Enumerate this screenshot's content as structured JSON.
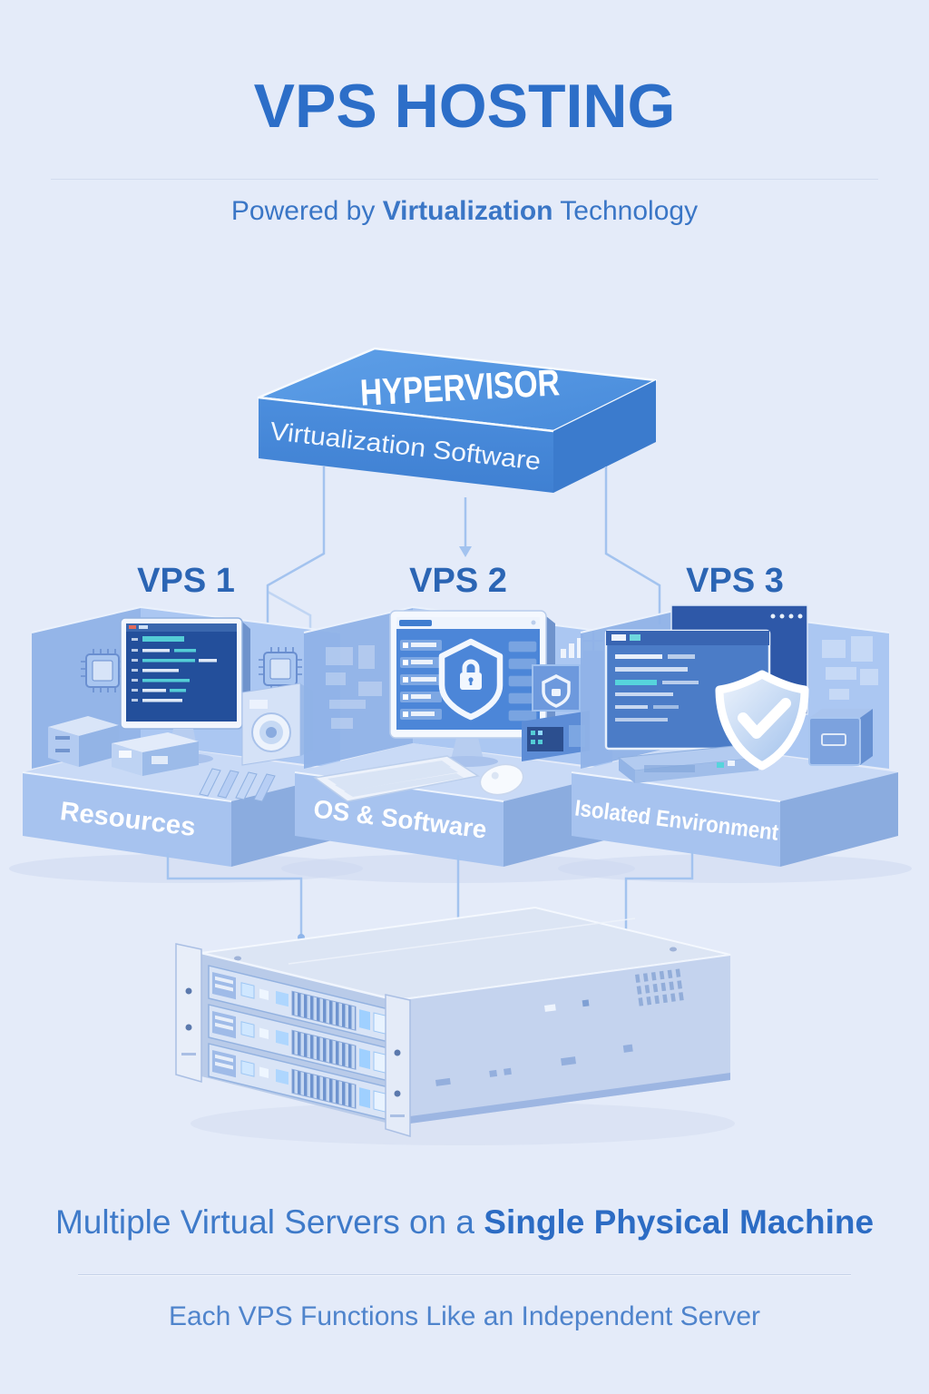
{
  "header": {
    "title": "VPS HOSTING",
    "subtitle_prefix": "Powered by ",
    "subtitle_bold": "Virtualization",
    "subtitle_suffix": " Technology"
  },
  "hypervisor": {
    "title": "HYPERVISOR",
    "subtitle": "Virtualization Software"
  },
  "vps_units": [
    {
      "label": "VPS 1",
      "platform_label": "Resources"
    },
    {
      "label": "VPS 2",
      "platform_label": "OS & Software"
    },
    {
      "label": "VPS 3",
      "platform_label": "Isolated Environment"
    }
  ],
  "server": {
    "drive_bays": 3
  },
  "icons": {
    "vps1": [
      "cpu-chip-icon",
      "code-terminal-monitor-icon",
      "ram-modules-icon",
      "storage-drive-icon"
    ],
    "vps2": [
      "shield-lock-icon",
      "keyboard-icon",
      "mouse-icon",
      "mini-server-icon"
    ],
    "vps3": [
      "shield-check-icon",
      "terminal-window-icon",
      "storage-box-icon"
    ]
  },
  "colors": {
    "background": "#e4ebf9",
    "title_blue": "#2c6ec8",
    "subtitle_blue": "#3a76c6",
    "vps_label_blue": "#2b65b4",
    "hypervisor_top": "#5596e2",
    "hypervisor_front": "#478ada",
    "platform_front": "#a7c3ef",
    "connector": "#a3c3ef",
    "screen_navy": "#234f9b",
    "teal_accent": "#54cdd6",
    "footer_blue": "#3e7ac9"
  },
  "footer": {
    "headline_prefix": "Multiple Virtual Servers on a ",
    "headline_bold": "Single Physical Machine",
    "subline": "Each VPS Functions Like an Independent Server"
  }
}
